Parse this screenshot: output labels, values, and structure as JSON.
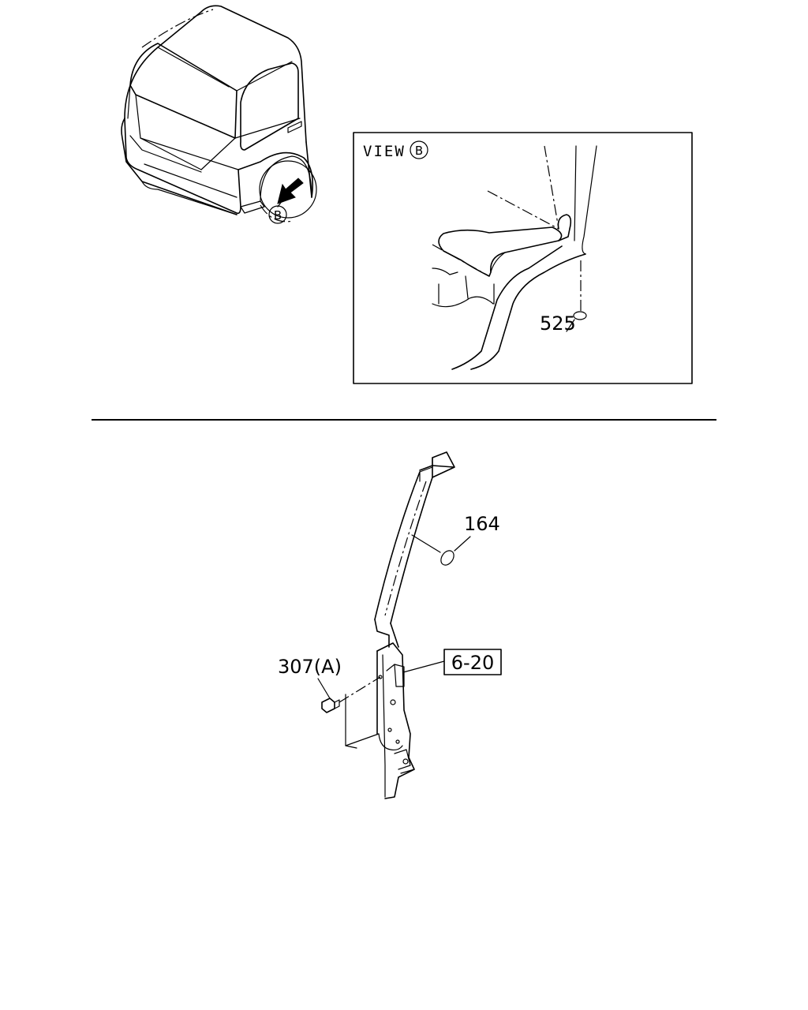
{
  "view_box": {
    "title": "VIEW",
    "view_marker": "B",
    "callout_525": "525"
  },
  "cab": {
    "view_marker": "B"
  },
  "pillar": {
    "callout_164": "164",
    "callout_307a": "307(A)",
    "ref_box": "6-20"
  }
}
